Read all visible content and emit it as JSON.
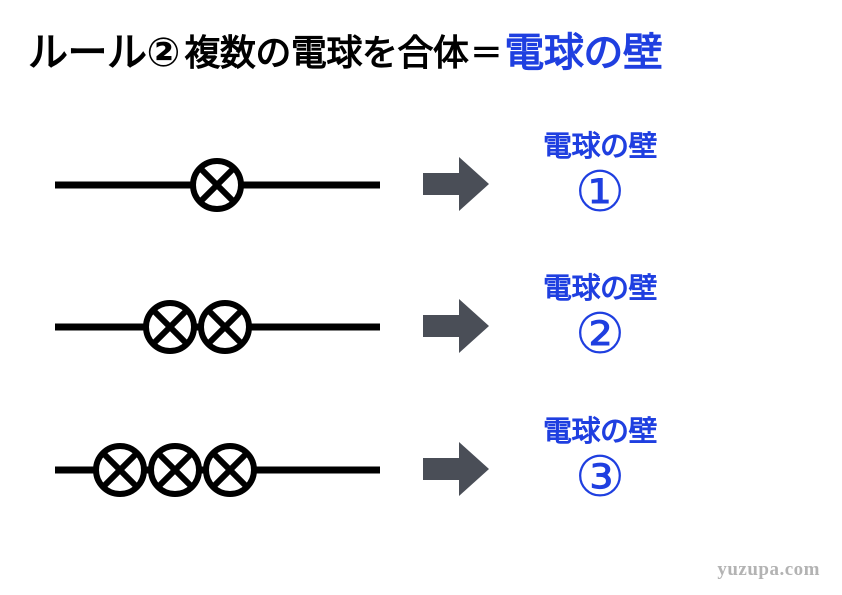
{
  "title": {
    "rule_label": "ルール",
    "rule_number": "②",
    "middle": "複数の電球を合体",
    "equals": "＝",
    "result": "電球の壁"
  },
  "colors": {
    "accent_blue": "#1F3FE0",
    "arrow_gray": "#4A4E57",
    "wire_black": "#000000",
    "footer_gray": "#b3b3b3"
  },
  "rows": [
    {
      "lamp_count": 1,
      "arrow_icon": "right-arrow-icon",
      "label_text": "電球の壁",
      "circled_number": "①"
    },
    {
      "lamp_count": 2,
      "arrow_icon": "right-arrow-icon",
      "label_text": "電球の壁",
      "circled_number": "②"
    },
    {
      "lamp_count": 3,
      "arrow_icon": "right-arrow-icon",
      "label_text": "電球の壁",
      "circled_number": "③"
    }
  ],
  "footer": {
    "watermark": "yuzupa.com"
  }
}
